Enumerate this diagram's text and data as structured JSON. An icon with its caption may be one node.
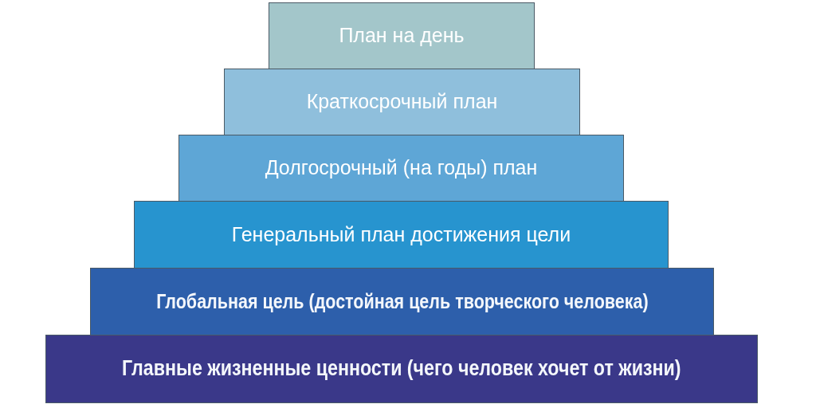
{
  "diagram": {
    "nodes": [
      {
        "text": [
          "План на день"
        ]
      },
      {
        "text": [
          "Краткосрочный план"
        ]
      },
      {
        "text": [
          "Долгосрочный (на годы) план"
        ]
      },
      {
        "text": [
          "Генеральный план достижения цели"
        ]
      },
      {
        "text": [
          "Глобальная цель (достойная цель творческого человека)"
        ]
      },
      {
        "text": [
          "Главные жизненные ценности (чего человек хочет от жизни)"
        ]
      }
    ]
  }
}
